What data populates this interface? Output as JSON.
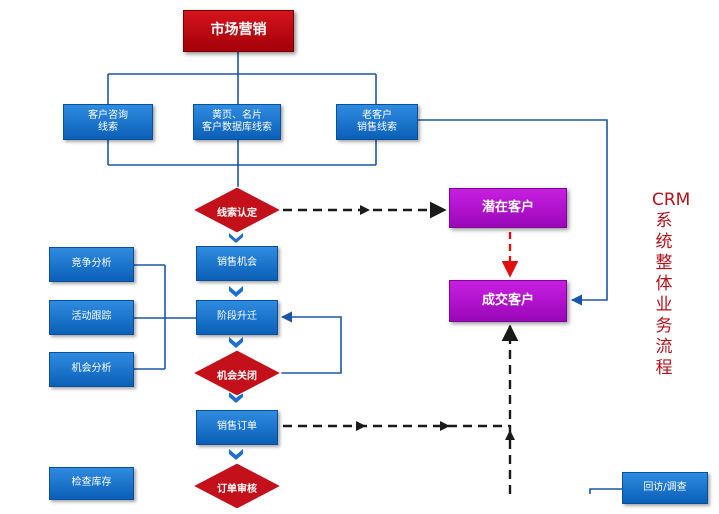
{
  "title": "市场营销",
  "lead_sources": {
    "inquiry": "客户咨询\n线索",
    "directory": "黄页、名片\n客户数据库线索",
    "old_customer": "老客户\n销售线索"
  },
  "decisions": {
    "lead_confirm": "线索认定",
    "opportunity_close": "机会关闭",
    "order_review": "订单审核"
  },
  "steps": {
    "sales_opportunity": "销售机会",
    "stage_upgrade": "阶段升迁",
    "sales_order": "销售订单"
  },
  "customers": {
    "potential": "潜在客户",
    "closed": "成交客户"
  },
  "side_tasks": {
    "competition": "竞争分析",
    "activity": "活动跟踪",
    "opportunity_analysis": "机会分析",
    "inventory": "检查库存",
    "followup": "回访/调查"
  },
  "vertical_title": "CRM系统整体业务流程",
  "colors": {
    "line": "#1a56a8",
    "arrow_fill": "#1e6fd0",
    "dashed": "#1a1a1a",
    "red_dashed": "#e01010",
    "title_red": "#b5121b"
  }
}
